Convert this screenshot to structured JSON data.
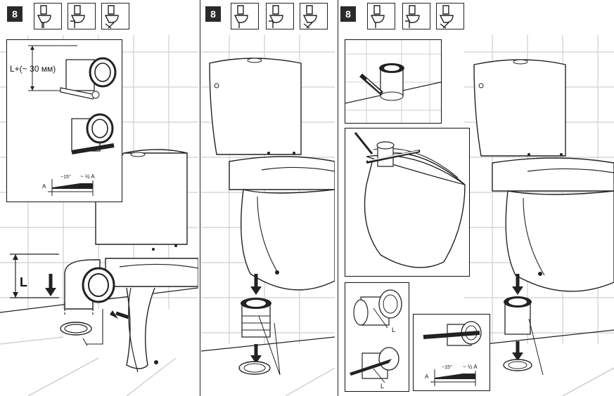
{
  "panels": [
    {
      "step": "8"
    },
    {
      "step": "8"
    },
    {
      "step": "8"
    }
  ],
  "labels": {
    "length_formula": "L+(~ 30 мм)",
    "length_L": "L",
    "small_L_1": "L",
    "small_L_2": "L",
    "angle_text": "~15°",
    "half_A_text": "~ ½ A",
    "A_text": "A"
  }
}
